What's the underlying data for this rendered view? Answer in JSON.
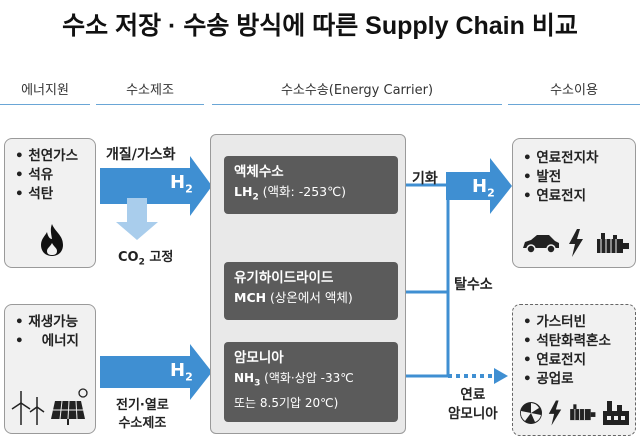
{
  "title": "수소 저장 · 수송 방식에 따른 Supply Chain 비교",
  "headers": {
    "energy_source": "에너지원",
    "production": "수소제조",
    "carrier": "수소수송(Energy Carrier)",
    "usage": "수소이용"
  },
  "sources": {
    "fossil": [
      "천연가스",
      "석유",
      "석탄"
    ],
    "renewable": [
      "재생가능",
      "에너지"
    ]
  },
  "production": {
    "reforming_label": "개질/가스화",
    "h2_label": "H",
    "h2_sub": "2",
    "co2_label": "CO",
    "co2_sub": "2",
    "co2_suffix": " 고정",
    "electro_line1": "전기·열로",
    "electro_line2": "수소제조"
  },
  "carriers": {
    "lh2_name": "액체수소",
    "lh2_formula": "LH",
    "lh2_formula_sub": "2",
    "lh2_detail": " (액화: -253℃)",
    "mch_name": "유기하이드라이드",
    "mch_formula": "MCH",
    "mch_detail": " (상온에서 액체)",
    "nh3_name": "암모니아",
    "nh3_formula": "NH",
    "nh3_formula_sub": "3",
    "nh3_detail": " (액화·상압 -33℃",
    "nh3_detail2": "또는 8.5기압 20℃)"
  },
  "conversion": {
    "gasify": "기화",
    "dehydrogenation": "탈수소",
    "h2_label": "H",
    "h2_sub": "2",
    "fuel_ammonia_line1": "연료",
    "fuel_ammonia_line2": "암모니아"
  },
  "usage": {
    "hydrogen": [
      "연료전지차",
      "발전",
      "연료전지"
    ],
    "ammonia": [
      "가스터빈",
      "석탄화력혼소",
      "연료전지",
      "공업로"
    ]
  },
  "colors": {
    "arrow_blue": "#3f8fd2",
    "arrow_light": "#a9cdec",
    "box_dark": "#5b5b5b",
    "header_line": "#6aa6d6"
  }
}
